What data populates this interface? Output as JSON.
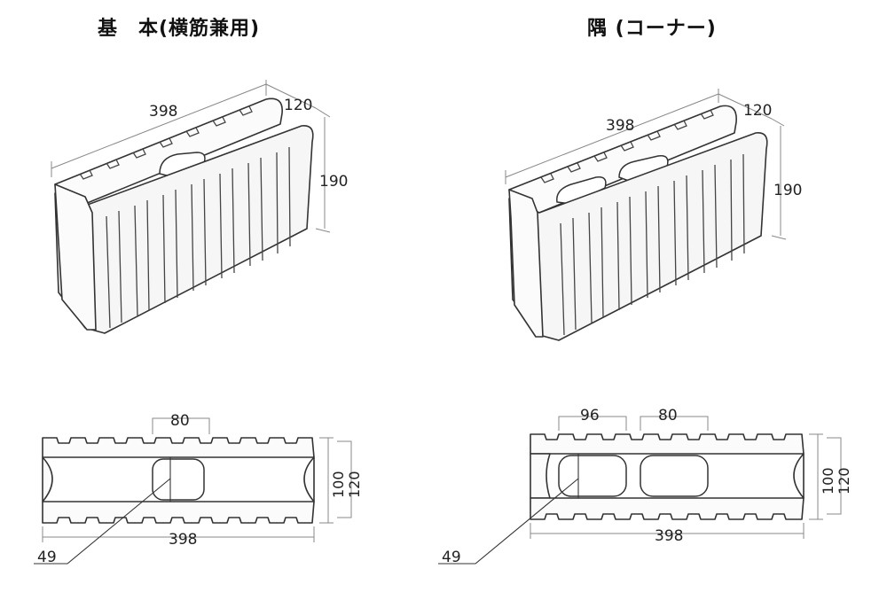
{
  "titles": {
    "left": "基　本(横筋兼用)",
    "right": "隅 (コーナー)"
  },
  "left_block": {
    "length": "398",
    "width": "120",
    "height": "190",
    "plan_web_gap": "80",
    "plan_inner_width": "100",
    "plan_outer_width": "120",
    "plan_length": "398",
    "plan_hole": "49"
  },
  "right_block": {
    "length": "398",
    "width": "120",
    "height": "190",
    "plan_end_gap": "96",
    "plan_web_gap": "80",
    "plan_inner_width": "100",
    "plan_outer_width": "120",
    "plan_length": "398",
    "plan_hole": "49"
  }
}
